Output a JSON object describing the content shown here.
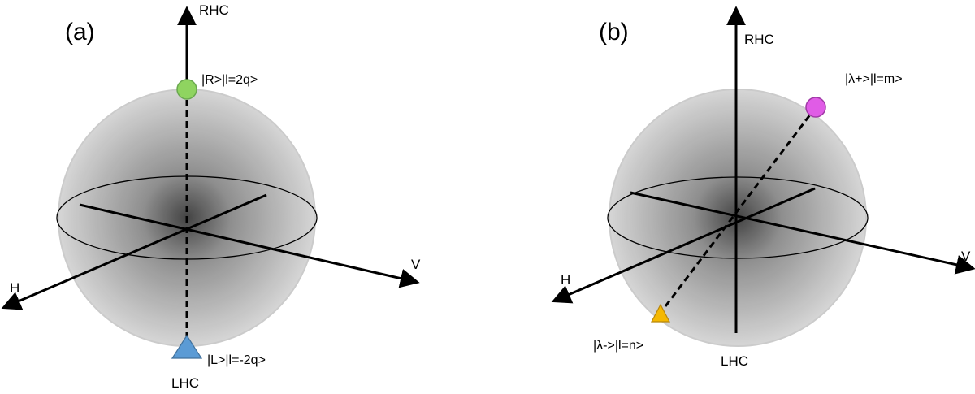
{
  "colors": {
    "background": "#ffffff",
    "sphere_edge": "#c9c9c9",
    "axis": "#000000",
    "R_marker": "#8fd460",
    "L_marker": "#5b9bd5",
    "lambda_plus_marker": "#e05ce6",
    "lambda_minus_marker": "#f5b800"
  },
  "panels": [
    {
      "label": "(a)",
      "axes": {
        "top": "RHC",
        "bottom": "LHC",
        "left": "H",
        "right": "V"
      },
      "states": {
        "upper": {
          "label": "|R>|l=2q>",
          "marker": "circle",
          "color_key": "R_marker"
        },
        "lower": {
          "label": "|L>|l=-2q>",
          "marker": "triangle",
          "color_key": "L_marker"
        }
      }
    },
    {
      "label": "(b)",
      "axes": {
        "top": "RHC",
        "bottom": "LHC",
        "left": "H",
        "right": "V"
      },
      "states": {
        "upper": {
          "label": "|λ+>|l=m>",
          "marker": "circle",
          "color_key": "lambda_plus_marker"
        },
        "lower": {
          "label": "|λ->|l=n>",
          "marker": "triangle",
          "color_key": "lambda_minus_marker"
        }
      }
    }
  ]
}
